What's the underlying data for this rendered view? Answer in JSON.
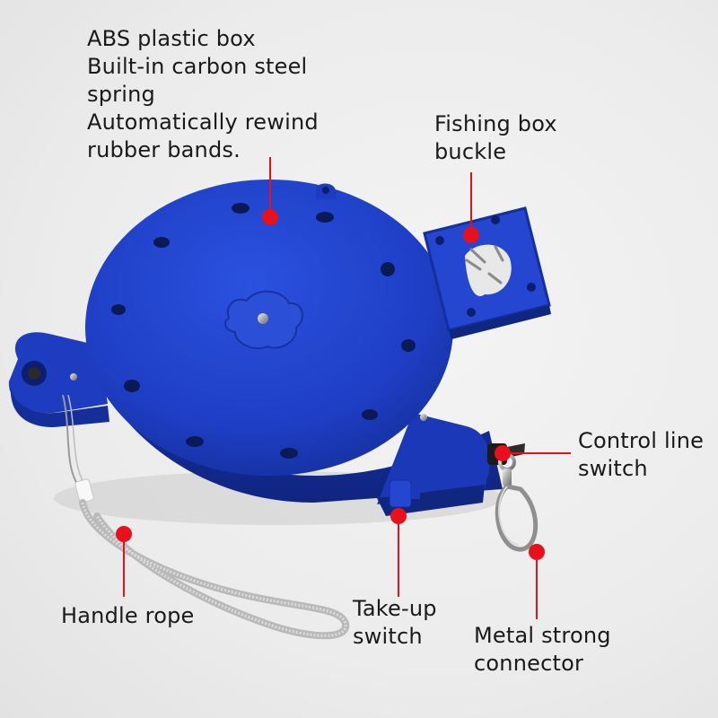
{
  "colors": {
    "product_blue": "#1f3fc6",
    "marker_red": "#e8101a",
    "background": "#ececec"
  },
  "annotations": {
    "box_features": "ABS plastic box\nBuilt-in carbon steel\nspring\nAutomatically rewind\nrubber bands.",
    "fishing_box_buckle": "Fishing box\nbuckle",
    "control_line_switch": "Control line\nswitch",
    "handle_rope": "Handle rope",
    "take_up_switch": "Take-up\nswitch",
    "metal_connector": "Metal strong\nconnector"
  }
}
